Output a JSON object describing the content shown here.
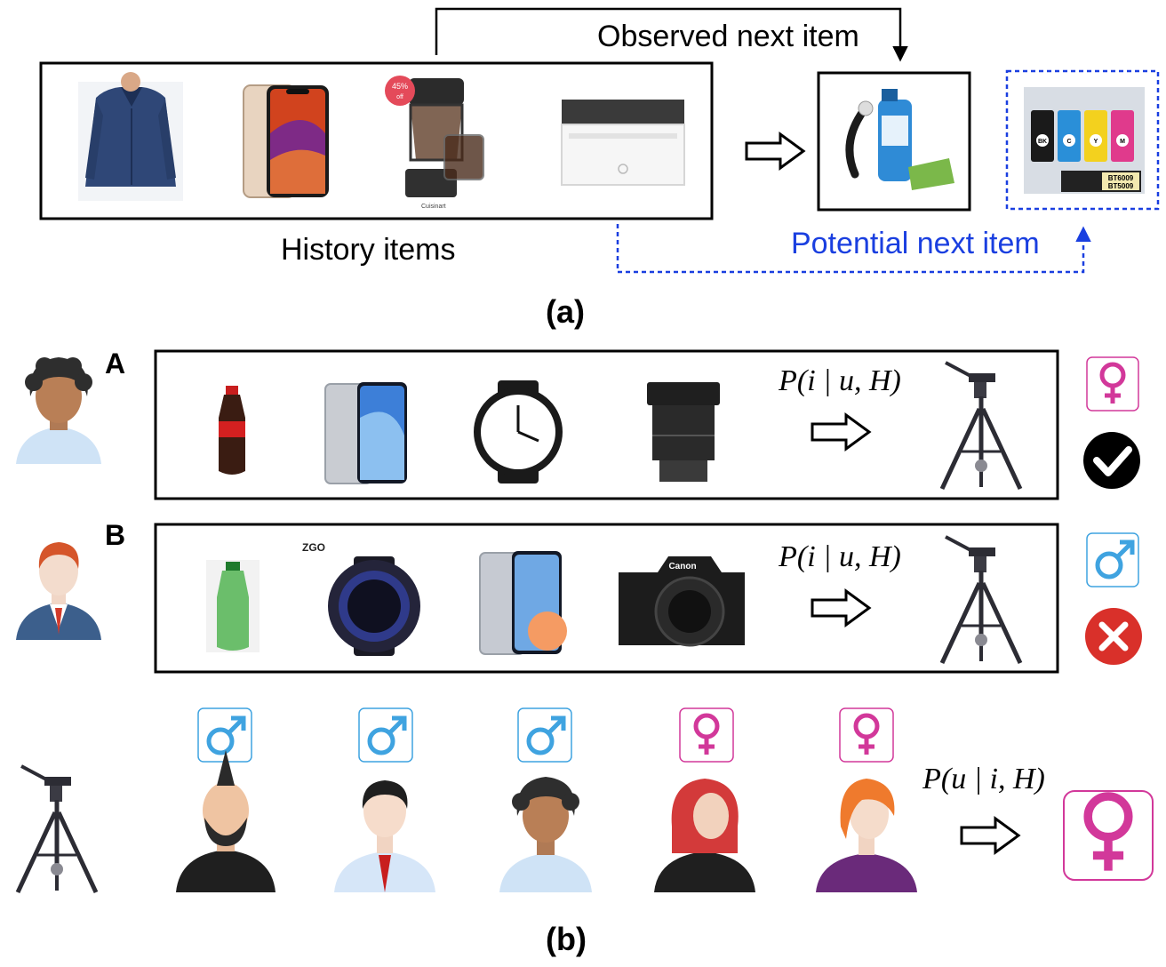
{
  "panel_a": {
    "observed_label": "Observed next item",
    "history_label": "History items",
    "potential_label": "Potential next item",
    "caption": "(a)",
    "discount_badge": {
      "line1": "45%",
      "line2": "off"
    },
    "coffee_brand": "Cuisinart",
    "ink_labels": [
      "BK",
      "C",
      "Y",
      "M"
    ],
    "ink_codes": [
      "BT6009",
      "BT5009"
    ]
  },
  "panel_b": {
    "user_a_tag": "A",
    "user_b_tag": "B",
    "formula_item": "P(i | u, H)",
    "formula_user": "P(u | i, H)",
    "caption": "(b)",
    "brand_zgo": "ZGO",
    "brand_canon": "Canon"
  },
  "colors": {
    "potential_blue": "#1a3fe0",
    "male_blue": "#3fa3e0",
    "female_pink": "#d2389a",
    "check_black": "#000000",
    "cross_red": "#d9302a"
  }
}
